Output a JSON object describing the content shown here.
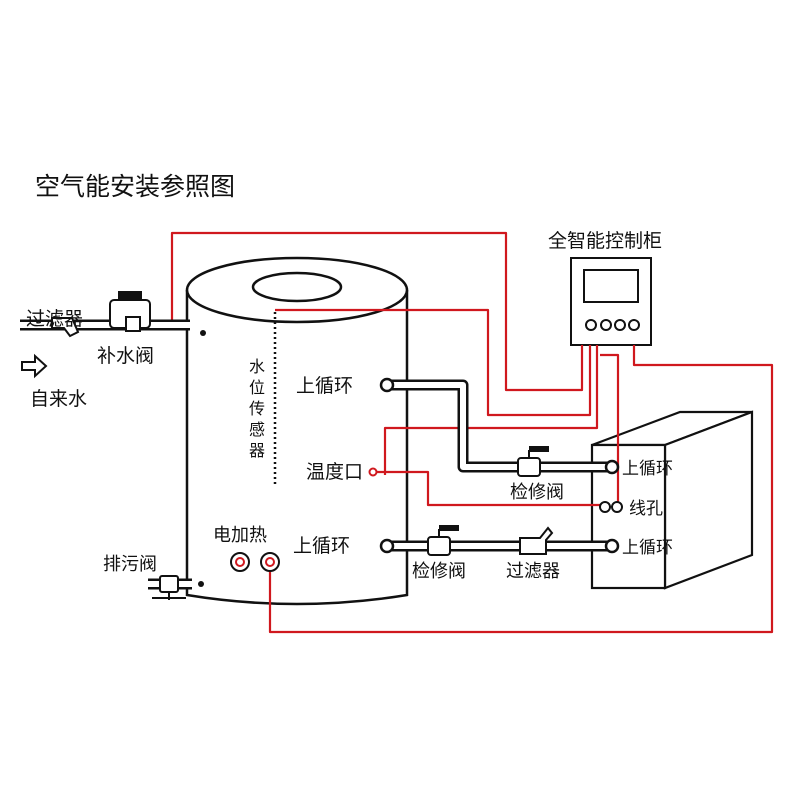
{
  "title": "空气能安装参照图",
  "labels": {
    "filter_left": "过滤器",
    "makeup_valve": "补水阀",
    "tap_water": "自来水",
    "level_sensor": [
      "水",
      "位",
      "传",
      "感",
      "器"
    ],
    "upper_loop_tank": "上循环",
    "temp_port": "温度口",
    "electric_heat": "电加热",
    "lower_loop_tank": "上循环",
    "drain_valve": "排污阀",
    "controller": "全智能控制柜",
    "service_valve_top": "检修阀",
    "service_valve_bottom": "检修阀",
    "filter_bottom": "过滤器",
    "unit_upper_loop_1": "上循环",
    "wire_hole": "线孔",
    "unit_upper_loop_2": "上循环"
  },
  "colors": {
    "wire": "#d0181e",
    "line": "#111111",
    "background": "#ffffff"
  },
  "icons": {
    "flow_arrow": "arrow-right-outline-icon",
    "valve": "ball-valve-icon",
    "filter": "y-strainer-icon"
  }
}
